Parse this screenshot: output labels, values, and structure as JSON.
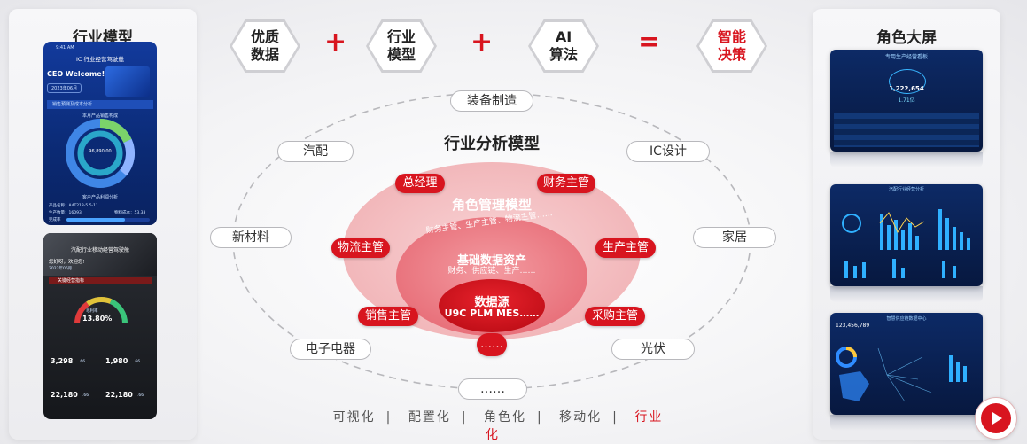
{
  "left_panel": {
    "title": "行业模型",
    "phone1": {
      "status_time": "9:41 AM",
      "app_title": "IC 行业经营驾驶舱",
      "greeting": "CEO Welcome!",
      "date": "2023年06月",
      "section": "销售预测及成本分析",
      "chart_title": "本月产品销售构成",
      "donut_center": "96,890.00",
      "legend_title": "客户产品利润分析",
      "footer_product": "产品名称：A4T218-5.5-11",
      "footer_stat1": "生产数量：16093",
      "footer_stat2": "物料成本：53.33",
      "footer_progress_label": "完成率"
    },
    "phone2": {
      "app_title": "汽配行业移动经营驾驶舱",
      "greeting": "您好呀，欢迎您!",
      "date": "2023年06月",
      "section": "关键经营指标",
      "gauge_label": "毛利率",
      "gauge_value": "13.80%",
      "stats": [
        {
          "value": "3,298",
          "unit": ".66"
        },
        {
          "value": "1,980",
          "unit": ".66"
        },
        {
          "value": "22,180",
          "unit": ".66"
        },
        {
          "value": "22,180",
          "unit": ".66"
        }
      ]
    }
  },
  "formula": {
    "items": [
      "优质\n数据",
      "行业\n模型",
      "AI\n算法"
    ],
    "result": "智能\n决策",
    "plus": "+",
    "equals": "="
  },
  "diagram": {
    "title": "行业分析模型",
    "industries": [
      "装备制造",
      "汽配",
      "IC设计",
      "新材料",
      "家居",
      "电子电器",
      "光伏",
      "……"
    ],
    "roles": [
      "总经理",
      "财务主管",
      "物流主管",
      "生产主管",
      "销售主管",
      "采购主管",
      "……"
    ],
    "role_model": {
      "title": "角色管理模型",
      "subtitle": "财务主管、生产主管、物流主管……"
    },
    "basic_data": {
      "title": "基础数据资产",
      "subtitle": "财务、供应链、生产……"
    },
    "data_source": {
      "title": "数据源",
      "subtitle": "U9C PLM MES……"
    }
  },
  "footer": {
    "items": [
      "可视化",
      "配置化",
      "角色化",
      "移动化",
      "行业化"
    ],
    "separator": "|",
    "highlight_color": "#d8151f"
  },
  "right_panel": {
    "title": "角色大屏",
    "screen1": {
      "title": "专用生产经营看板",
      "kpi": "1,222,654",
      "kpi2": "1.71亿"
    },
    "screen2": {
      "title": "汽配行业经营分析"
    },
    "screen3": {
      "title": "智慧供应链数据中心",
      "kpi": "123,456,789"
    }
  },
  "colors": {
    "accent": "#d8151f",
    "outline": "#b8b8bc"
  },
  "icons": {
    "play": "play-icon"
  }
}
